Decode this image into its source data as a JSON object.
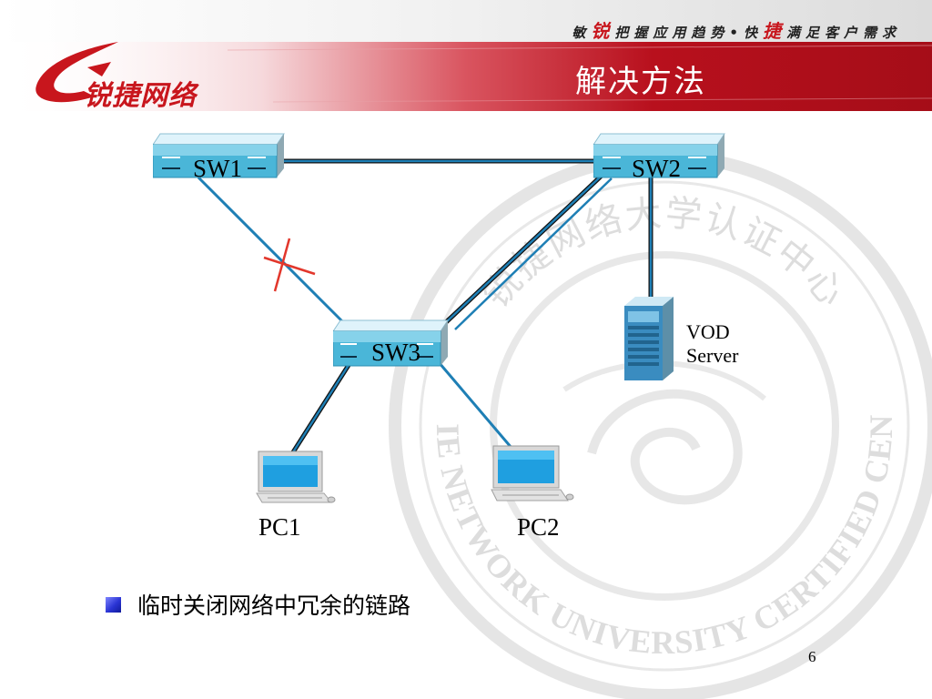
{
  "header": {
    "slogan_prefix": "敏",
    "slogan_accent1": "锐",
    "slogan_mid": "把握应用趋势•快",
    "slogan_accent2": "捷",
    "slogan_suffix": "满足客户需求",
    "title": "解决方法",
    "logo_text": "锐捷网络",
    "brand_color": "#c8161d"
  },
  "diagram": {
    "nodes": {
      "sw1": "SW1",
      "sw2": "SW2",
      "sw3": "SW3",
      "server_line1": "VOD",
      "server_line2": "Server",
      "pc1": "PC1",
      "pc2": "PC2"
    },
    "blocked_link_marker": "red-x",
    "link_color": "#1e7fb5"
  },
  "watermark": {
    "top_arc": "锐捷网络大学认证中心",
    "bottom_arc": "RUIJIE NETWORK UNIVERSITY CERTIFIED CENTER"
  },
  "bullet": {
    "text": "临时关闭网络中冗余的链路"
  },
  "footer": {
    "page_number": "6"
  }
}
